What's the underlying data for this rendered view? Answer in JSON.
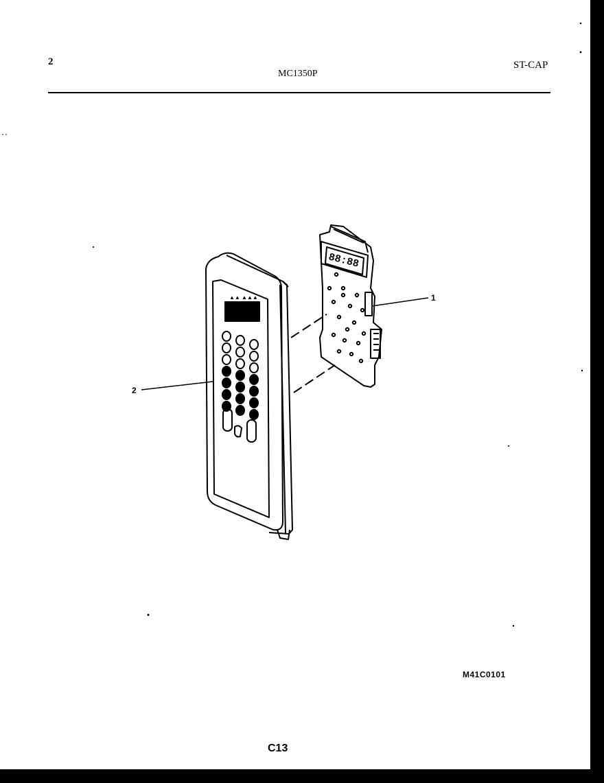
{
  "header": {
    "page_number": "2",
    "model": "MC1350P",
    "code": "ST-CAP"
  },
  "diagram": {
    "callouts": [
      {
        "id": "1",
        "label": "1"
      },
      {
        "id": "2",
        "label": "2"
      }
    ],
    "display_digits": "88:88"
  },
  "footer": {
    "diagram_code": "M41C0101",
    "page_label": "C13"
  },
  "colors": {
    "ink": "#000000",
    "paper": "#ffffff"
  }
}
